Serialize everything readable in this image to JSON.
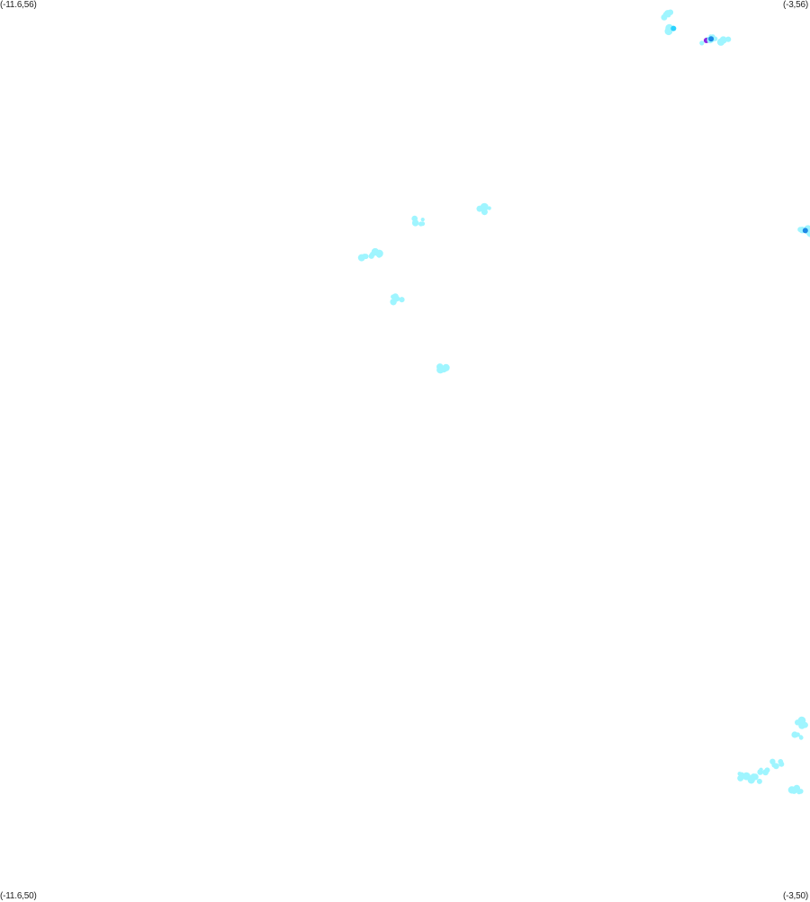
{
  "corners": {
    "top_left": "(-11.6,56)",
    "top_right": "(-3,56)",
    "bottom_left": "(-11.6,50)",
    "bottom_right": "(-3,50)"
  },
  "extent": {
    "lon_min": -11.6,
    "lon_max": -3,
    "lat_min": 50,
    "lat_max": 56
  },
  "colors": {
    "background": "#ffffff",
    "low": "#9ff5ff",
    "mid": "#2ad2ff",
    "high": "#1e88e5",
    "peak": "#8a2be2"
  },
  "clusters": [
    {
      "lon": -4.5,
      "lat": 55.9,
      "level": "low"
    },
    {
      "lon": -4.45,
      "lat": 55.81,
      "level": "mid"
    },
    {
      "lon": -4.1,
      "lat": 55.73,
      "level": "peak"
    },
    {
      "lon": -4.05,
      "lat": 55.74,
      "level": "high"
    },
    {
      "lon": -3.92,
      "lat": 55.73,
      "level": "low"
    },
    {
      "lon": -3.05,
      "lat": 54.46,
      "level": "high"
    },
    {
      "lon": -6.45,
      "lat": 54.6,
      "level": "low"
    },
    {
      "lon": -7.15,
      "lat": 54.52,
      "level": "low"
    },
    {
      "lon": -7.73,
      "lat": 54.27,
      "level": "low"
    },
    {
      "lon": -7.6,
      "lat": 54.3,
      "level": "low"
    },
    {
      "lon": -7.38,
      "lat": 54.0,
      "level": "low"
    },
    {
      "lon": -6.92,
      "lat": 53.55,
      "level": "low"
    },
    {
      "lon": -3.08,
      "lat": 51.17,
      "level": "low"
    },
    {
      "lon": -3.15,
      "lat": 51.08,
      "level": "low"
    },
    {
      "lon": -3.35,
      "lat": 50.9,
      "level": "low"
    },
    {
      "lon": -3.5,
      "lat": 50.84,
      "level": "low"
    },
    {
      "lon": -3.58,
      "lat": 50.8,
      "level": "low"
    },
    {
      "lon": -3.7,
      "lat": 50.82,
      "level": "low"
    },
    {
      "lon": -3.15,
      "lat": 50.72,
      "level": "low"
    }
  ]
}
